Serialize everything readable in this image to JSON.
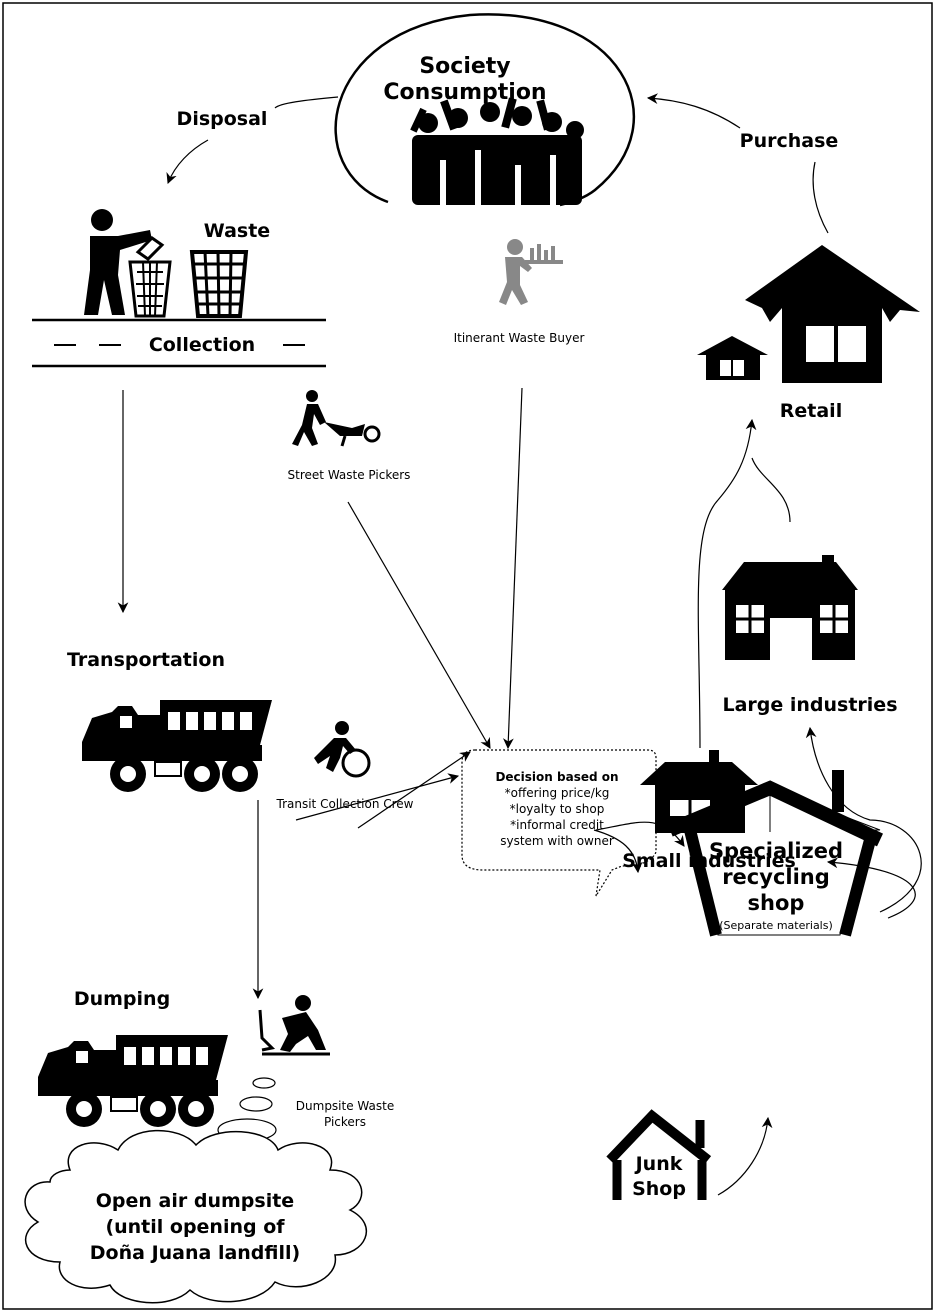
{
  "society": {
    "line1": "Society",
    "line2": "Consumption"
  },
  "flow_labels": {
    "disposal": "Disposal",
    "purchase": "Purchase",
    "waste": "Waste",
    "collection": "Collection",
    "transportation": "Transportation",
    "dumping": "Dumping",
    "retail": "Retail",
    "large_industries": "Large industries",
    "small_industries": "Small industries"
  },
  "actors": {
    "itinerant": "Itinerant Waste Buyer",
    "street": "Street Waste Pickers",
    "transit": "Transit Collection Crew",
    "dumpsite_1": "Dumpsite Waste",
    "dumpsite_2": "Pickers"
  },
  "decision": {
    "title": "Decision based on",
    "items": [
      "*offering price/kg",
      "*loyalty to shop",
      "*informal credit",
      "system with owner"
    ]
  },
  "specialized": {
    "line1": "Specialized",
    "line2": "recycling",
    "line3": "shop",
    "note": "(Separate materials)"
  },
  "junk": {
    "line1": "Junk",
    "line2": "Shop"
  },
  "dumpsite_cloud": {
    "line1": "Open air dumpsite",
    "line2": "(until opening of",
    "line3": "Doña Juana landfill)"
  }
}
